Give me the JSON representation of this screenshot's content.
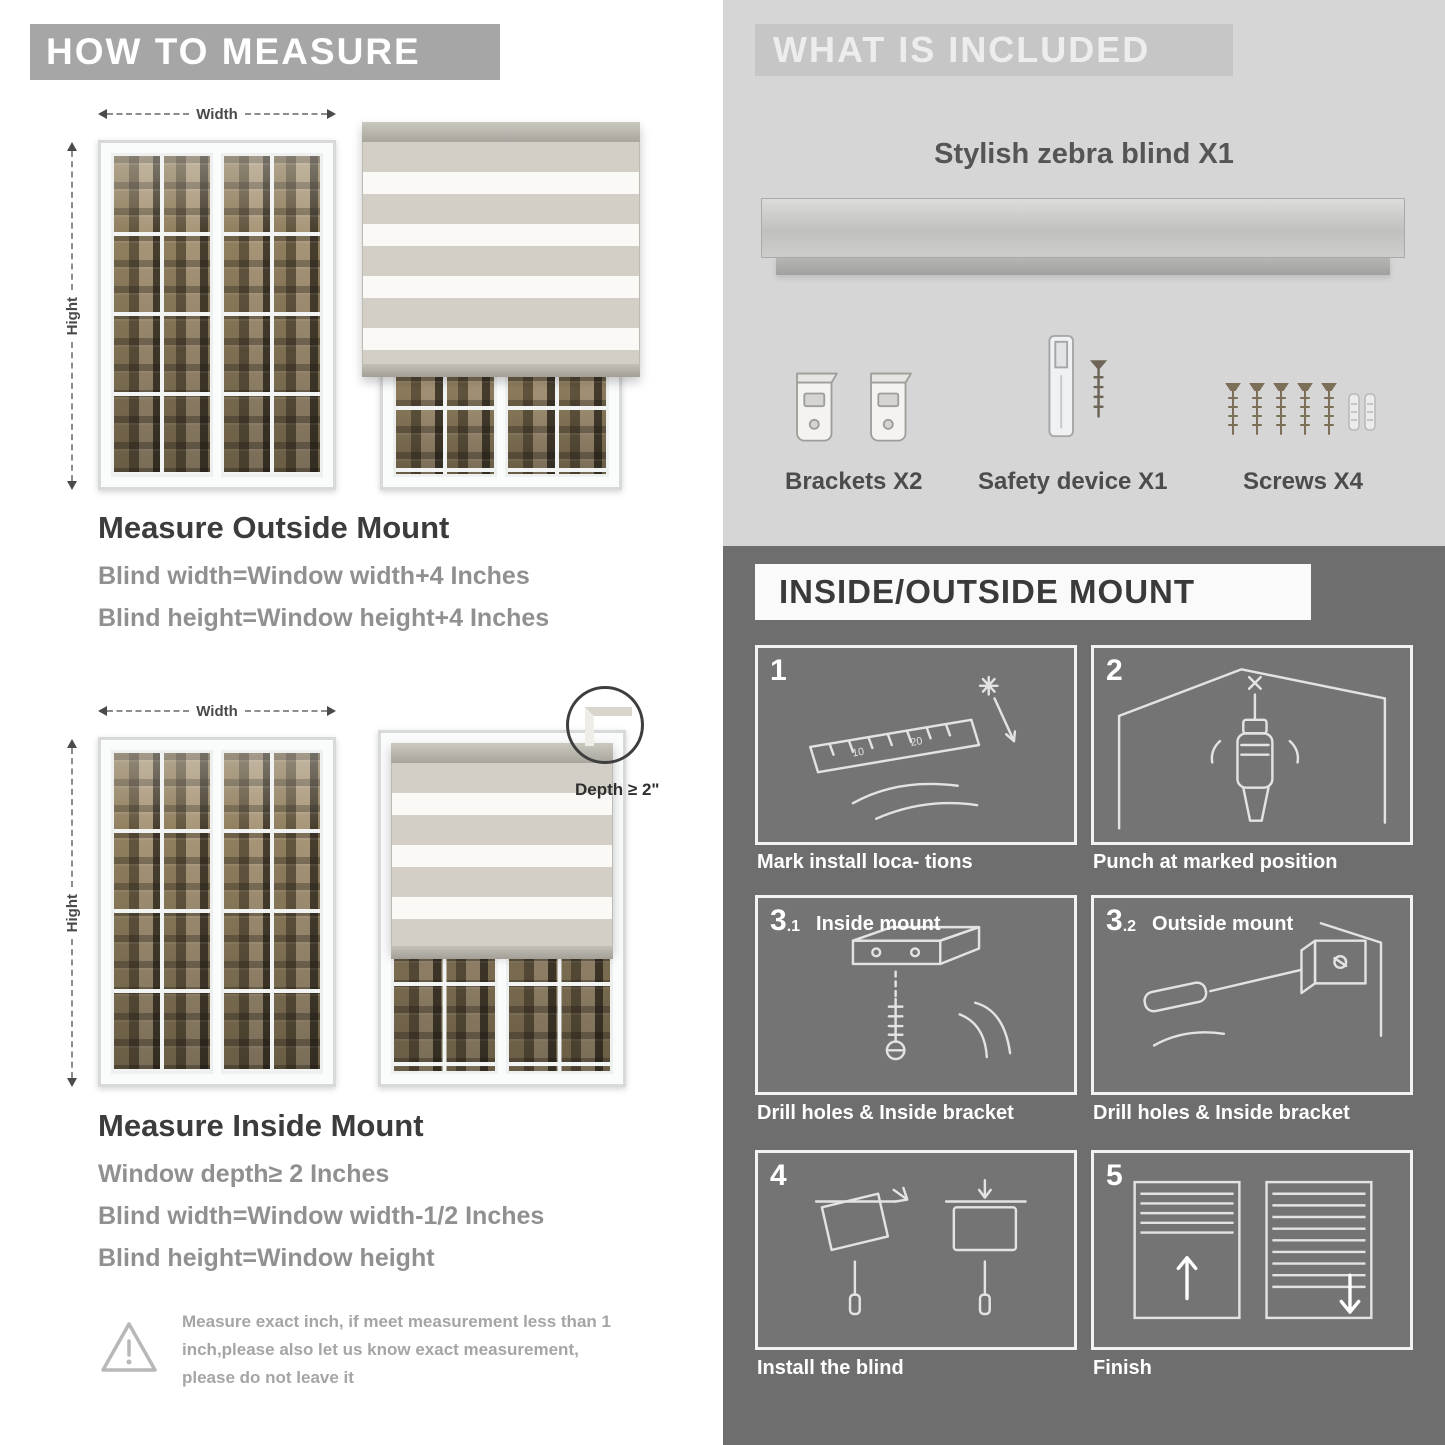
{
  "colors": {
    "left_banner_bg": "#a6a6a6",
    "included_bg": "#d6d6d6",
    "included_banner_bg": "#c6c6c6",
    "mount_bg": "#6e6e6e",
    "heading_text": "#3c3c3c",
    "body_text": "#909090",
    "caption_text": "#ffffff"
  },
  "measure": {
    "banner": "HOW TO MEASURE",
    "width_label": "Width",
    "height_label": "Hight",
    "outside": {
      "heading": "Measure Outside Mount",
      "lines": [
        "Blind width=Window width+4 Inches",
        "Blind height=Window height+4 Inches"
      ]
    },
    "inside": {
      "depth_label": "Depth ≥ 2\"",
      "heading": "Measure Inside Mount",
      "lines": [
        "Window depth≥ 2 Inches",
        "Blind width=Window width-1/2 Inches",
        "Blind height=Window height"
      ]
    },
    "warning_text": "Measure exact inch, if meet measurement less than 1 inch,please also let us know exact measurement, please do not leave it"
  },
  "included": {
    "banner": "WHAT IS INCLUDED",
    "product_label": "Stylish zebra blind X1",
    "items": [
      {
        "label": "Brackets X2",
        "icon": "bracket-icon"
      },
      {
        "label": "Safety device X1",
        "icon": "safety-device-icon"
      },
      {
        "label": "Screws X4",
        "icon": "screw-icon"
      }
    ]
  },
  "mount": {
    "banner": "INSIDE/OUTSIDE MOUNT",
    "steps": [
      {
        "num": "1",
        "sub": "",
        "title": "",
        "caption": "Mark install loca- tions",
        "icon": "ruler-pencil-icon"
      },
      {
        "num": "2",
        "sub": "",
        "title": "",
        "caption": "Punch at  marked position",
        "icon": "drill-icon"
      },
      {
        "num": "3",
        "sub": ".1",
        "title": "Inside mount",
        "caption": "Drill holes &  Inside bracket",
        "icon": "bracket-screw-icon"
      },
      {
        "num": "3",
        "sub": ".2",
        "title": "Outside mount",
        "caption": "Drill holes &  Inside bracket",
        "icon": "bracket-screwdriver-icon"
      },
      {
        "num": "4",
        "sub": "",
        "title": "",
        "caption": "Install the blind",
        "icon": "install-blind-icon"
      },
      {
        "num": "5",
        "sub": "",
        "title": "",
        "caption": "Finish",
        "icon": "finish-icon"
      }
    ]
  }
}
